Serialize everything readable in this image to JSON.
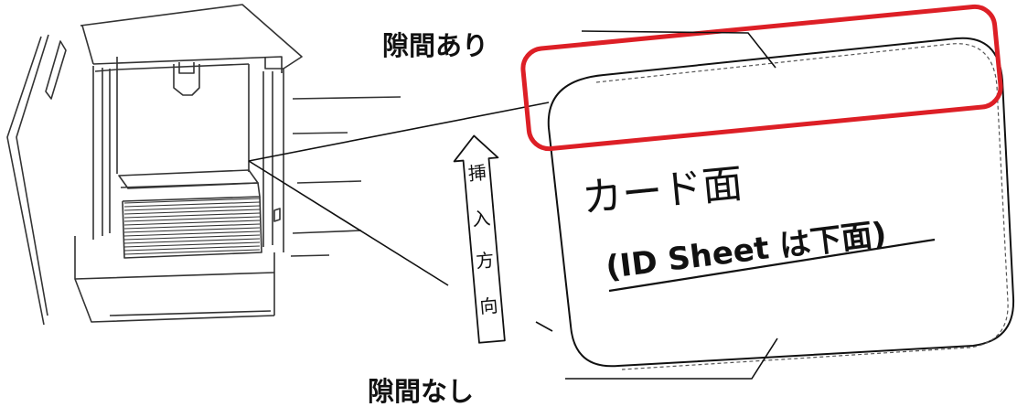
{
  "labels": {
    "gap_top": "隙間あり",
    "gap_bottom": "隙間なし",
    "card_face": "カード面",
    "id_sheet_note": "(ID Sheet は下面)",
    "direction": [
      "挿",
      "入",
      "方",
      "向"
    ]
  },
  "colors": {
    "highlight": "#dd1f26",
    "line": "#111111",
    "printer_line": "#333333"
  }
}
